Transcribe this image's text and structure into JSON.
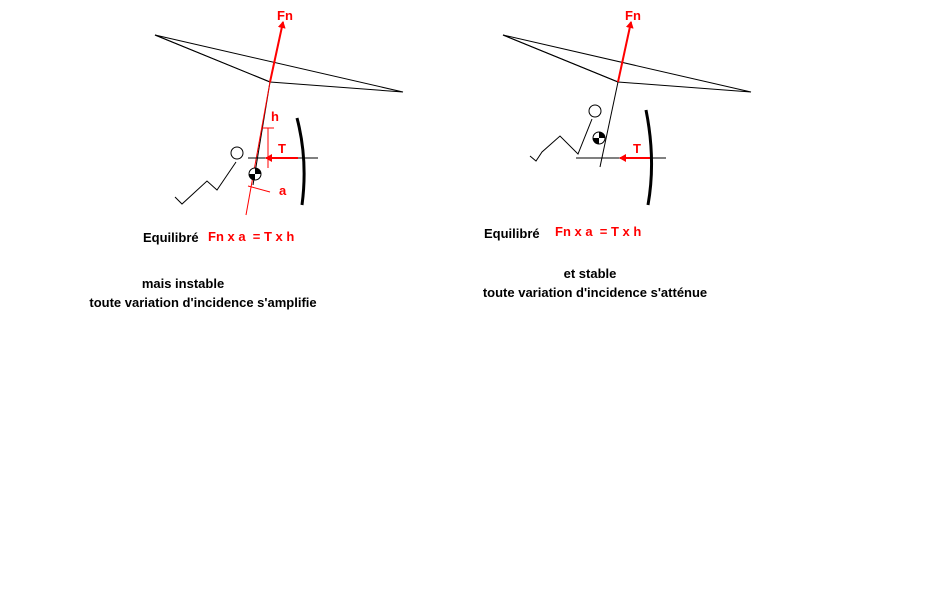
{
  "colors": {
    "force": "#ff0000",
    "line": "#000000",
    "background": "#ffffff"
  },
  "left": {
    "fn_label": "Fn",
    "h_label": "h",
    "t_label": "T",
    "a_label": "a",
    "equilibre_label": "Equilibré",
    "equation": "Fn x a  = T x h",
    "state_text": "mais instable",
    "note_text": "toute variation d'incidence s'amplifie"
  },
  "right": {
    "fn_label": "Fn",
    "t_label": "T",
    "equilibre_label": "Equilibré",
    "equation": "Fn x a  = T x h",
    "state_text": "et stable",
    "note_text": "toute variation d'incidence s'atténue"
  }
}
